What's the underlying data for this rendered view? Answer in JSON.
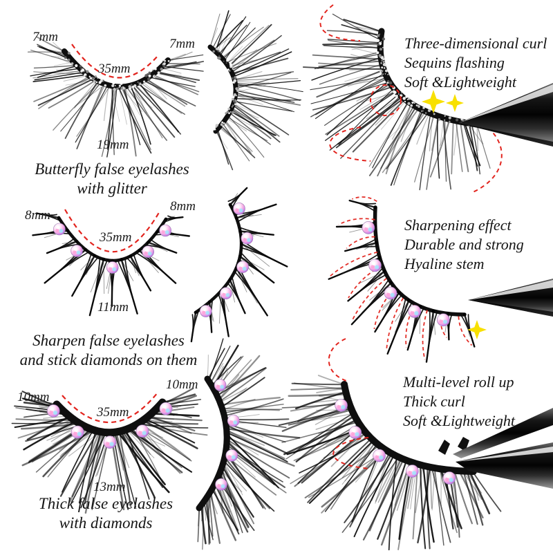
{
  "page": {
    "background": "#ffffff"
  },
  "accent": {
    "dash_red": "#e2241e",
    "sparkle_yellow": "#f8e000",
    "text_color": "#141414"
  },
  "rows": [
    {
      "id": "butterfly-glitter",
      "labels": {
        "left_tip": "7mm",
        "right_tip": "7mm",
        "inner_width": "35mm",
        "center_length": "19mm"
      },
      "caption": [
        "Butterfly false eyelashes",
        "with glitter"
      ],
      "features": [
        "Three-dimensional curl",
        "Sequins flashing",
        "Soft &Lightweight"
      ]
    },
    {
      "id": "sharpen-diamond",
      "labels": {
        "left_tip": "8mm",
        "right_tip": "8mm",
        "inner_width": "35mm",
        "center_length": "11mm"
      },
      "caption": [
        "Sharpen false eyelashes",
        "and stick diamonds on them"
      ],
      "features": [
        "Sharpening effect",
        "Durable and strong",
        "Hyaline stem"
      ]
    },
    {
      "id": "thick-diamond",
      "labels": {
        "left_tip": "10mm",
        "right_tip": "10mm",
        "inner_width": "35mm",
        "center_length": "13mm"
      },
      "caption": [
        "Thick false eyelashes",
        "with diamonds"
      ],
      "features": [
        "Multi-level roll up",
        "Thick curl",
        "Soft &Lightweight"
      ]
    }
  ]
}
